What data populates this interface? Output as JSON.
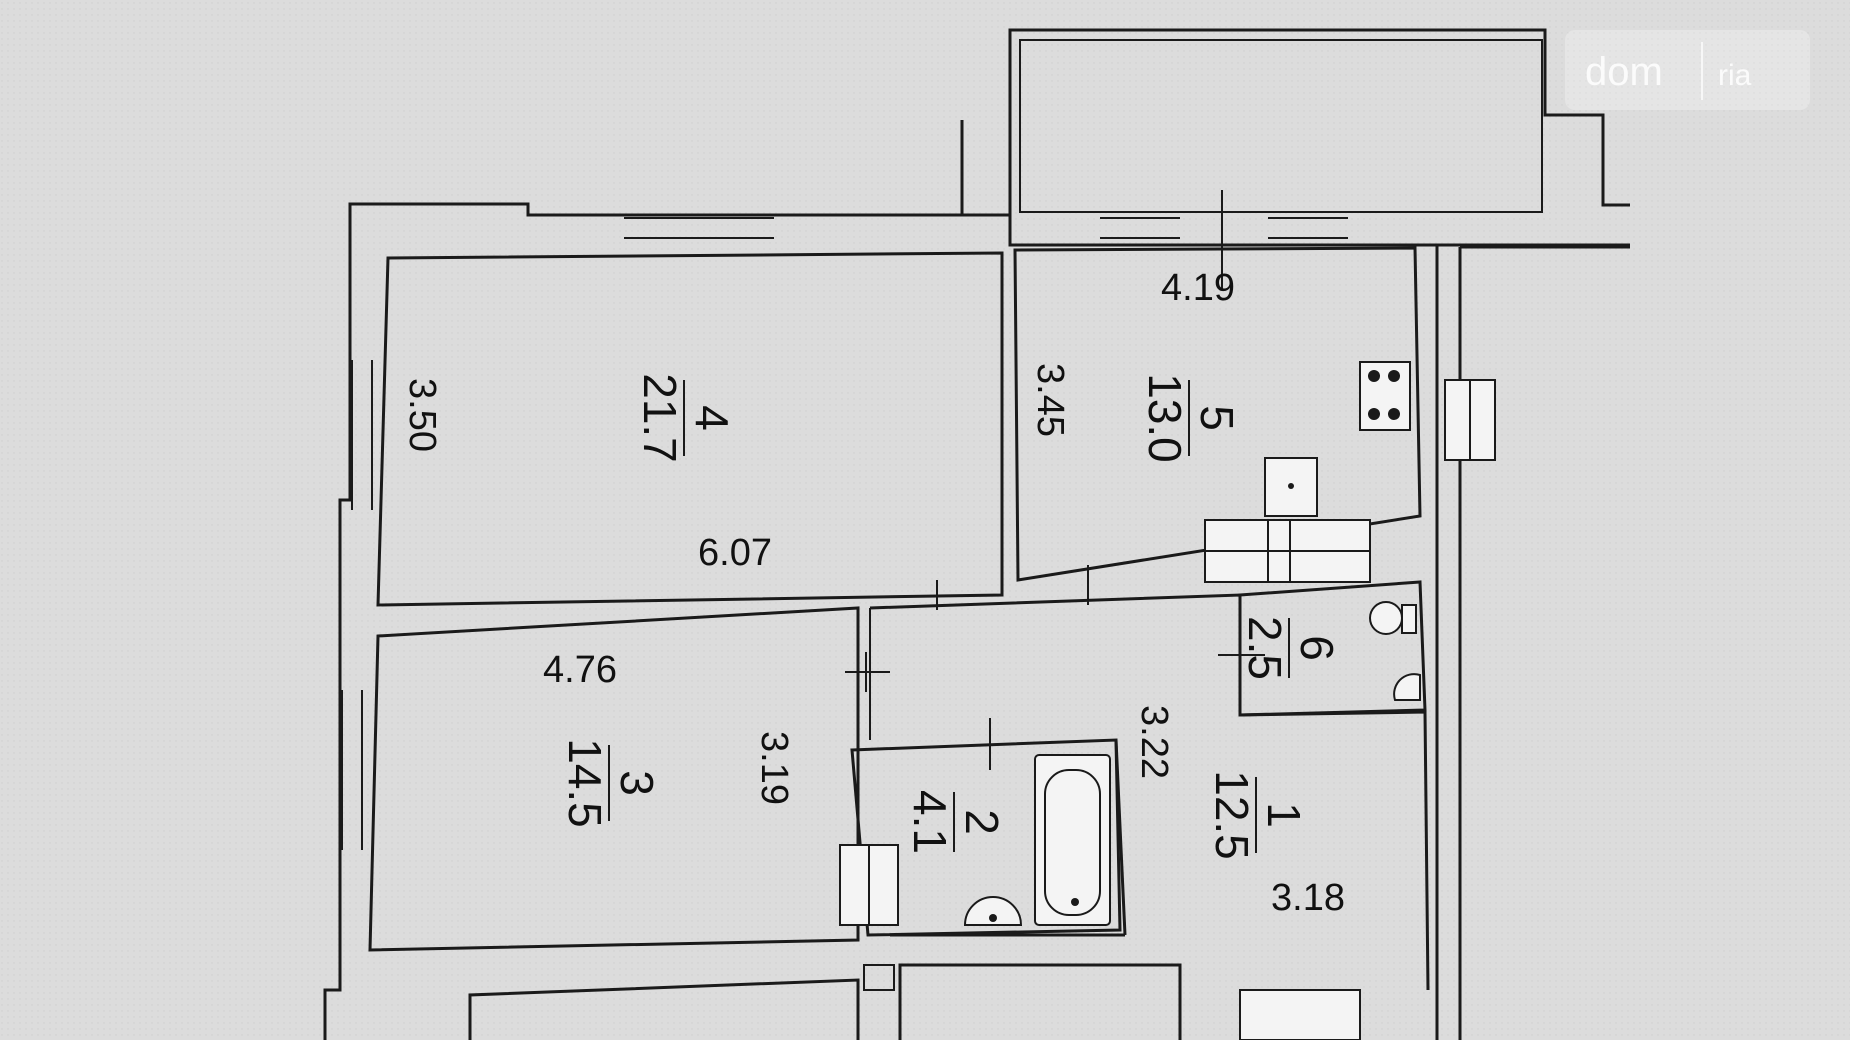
{
  "watermark": {
    "brand": "dom",
    "suffix": "ria"
  },
  "rooms": [
    {
      "number": "4",
      "area": "21.7"
    },
    {
      "number": "5",
      "area": "13.0"
    },
    {
      "number": "3",
      "area": "14.5"
    },
    {
      "number": "6",
      "area": "2.5"
    },
    {
      "number": "2",
      "area": "4.1"
    },
    {
      "number": "1",
      "area": "12.5"
    }
  ],
  "dimensions": {
    "room4_height": "3.50",
    "room4_width": "6.07",
    "room5_width": "4.19",
    "room5_height": "3.45",
    "room3_width": "4.76",
    "room3_height": "3.19",
    "hall_height": "3.22",
    "hall_width": "3.18"
  },
  "colors": {
    "paper": "#d9d9d9",
    "lines": "#1a1a1a",
    "watermark": "#ffffff"
  }
}
